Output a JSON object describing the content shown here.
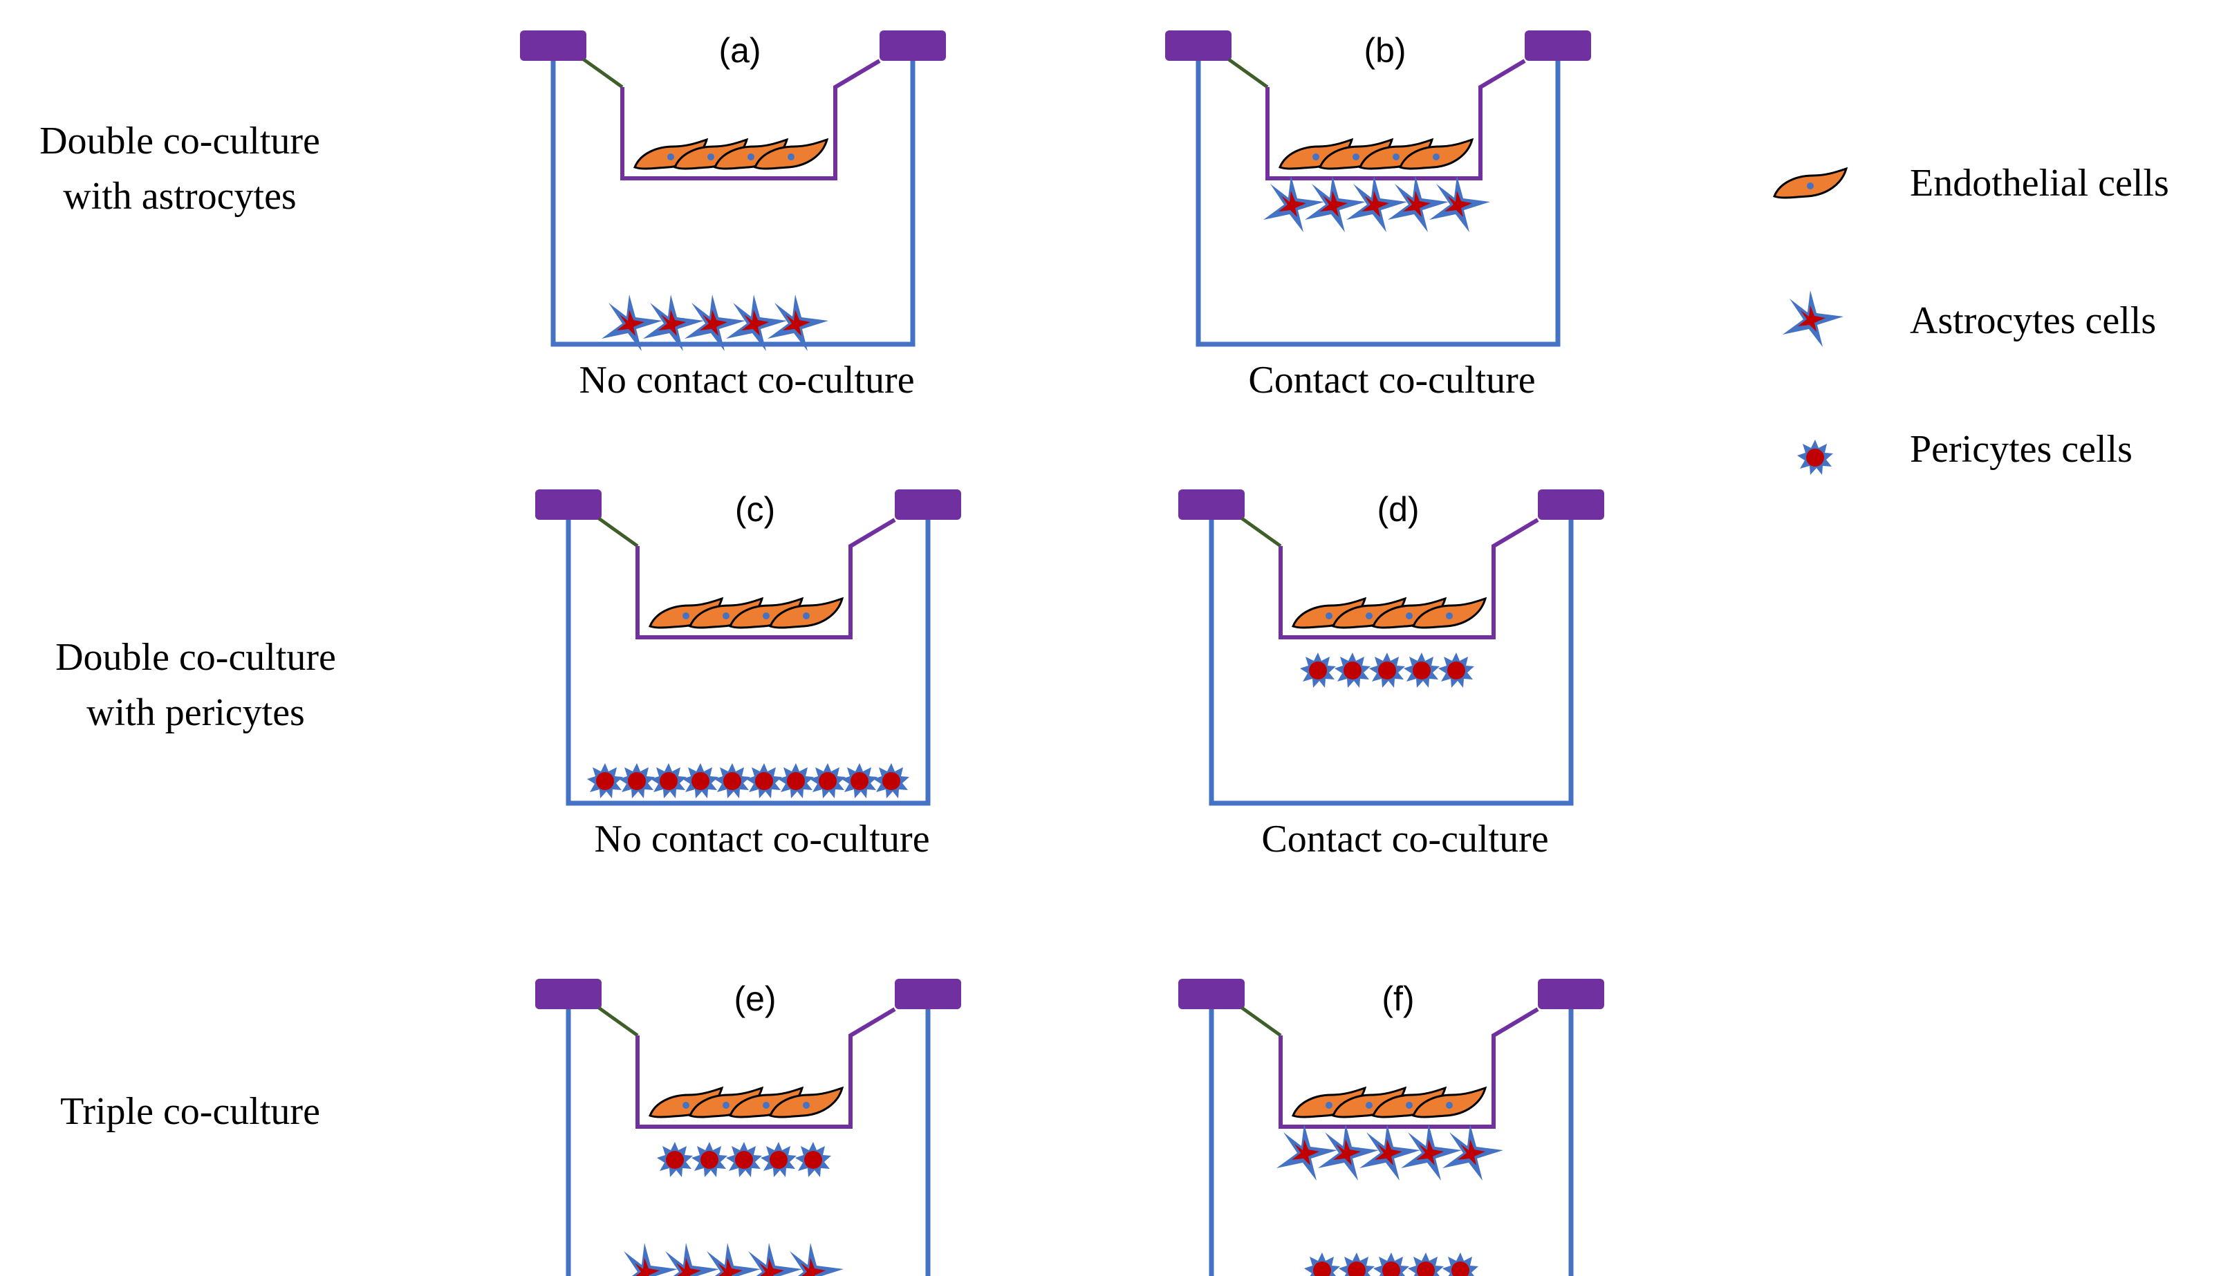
{
  "rows": [
    {
      "label_lines": [
        "Double co-culture",
        "with astrocytes"
      ]
    },
    {
      "label_lines": [
        "Double co-culture",
        "with pericytes"
      ]
    },
    {
      "label_lines": [
        "Triple co-culture"
      ]
    }
  ],
  "panels": [
    {
      "id": "(a)",
      "caption": "No contact co-culture",
      "insert_cells": "none",
      "bottom_cells": "astrocytes",
      "bottom_count": 5
    },
    {
      "id": "(b)",
      "caption": "Contact co-culture",
      "insert_cells": "astrocytes",
      "bottom_cells": "none",
      "bottom_count": 0
    },
    {
      "id": "(c)",
      "caption": "No contact co-culture",
      "insert_cells": "none",
      "bottom_cells": "pericytes",
      "bottom_count": 10
    },
    {
      "id": "(d)",
      "caption": "Contact co-culture",
      "insert_cells": "pericytes",
      "bottom_cells": "none",
      "bottom_count": 0
    },
    {
      "id": "(e)",
      "caption": "",
      "insert_cells": "pericytes",
      "bottom_cells": "astrocytes",
      "bottom_count": 5
    },
    {
      "id": "(f)",
      "caption": "",
      "insert_cells": "astrocytes",
      "bottom_cells": "pericytes",
      "bottom_count": 5
    }
  ],
  "legend": [
    {
      "icon": "endothelial-cell-icon",
      "label": "Endothelial cells"
    },
    {
      "icon": "astrocyte-cell-icon",
      "label": "Astrocytes cells"
    },
    {
      "icon": "pericyte-cell-icon",
      "label": "Pericytes cells"
    }
  ],
  "colors": {
    "well": "#4472C4",
    "insert": "#7030A0",
    "insert_tab": "#7030A0",
    "hanger": "#3E5F2A",
    "endothelial_fill": "#ED7D31",
    "endothelial_nucleus": "#4472C4",
    "cell_red": "#C00000",
    "cell_blue": "#4472C4"
  }
}
